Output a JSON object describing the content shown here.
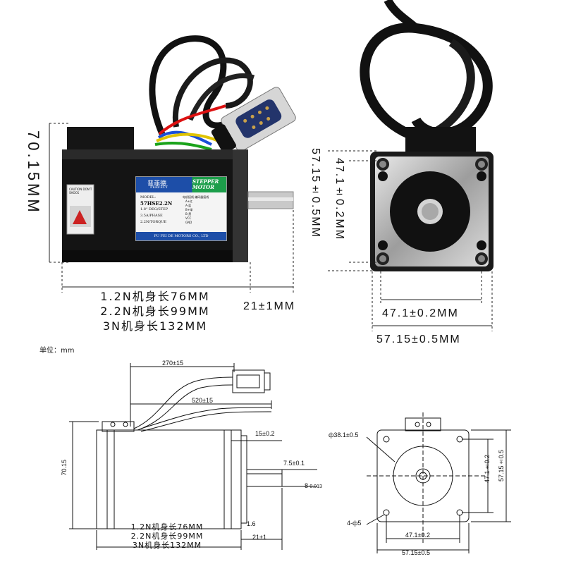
{
  "photo_side": {
    "height_label": "70.15MM",
    "shaft_label": "21±1MM",
    "body_lengths": [
      "1.2N机身长76MM",
      "2.2N机身长99MM",
      "3N机身长132MM"
    ],
    "label_plate": {
      "brand_cn": "普菲德",
      "brand_en": "PERFECT",
      "product": "STEPPER MOTOR",
      "model_key": "MODEL:",
      "model": "57HSE2.2N",
      "spec1": "1.8° DEG/STEP",
      "spec2": "3.5A/PHASE",
      "spec3": "2.2N/TORQUE",
      "company": "PU FEI DE MOTORS CO., LTD",
      "wiring_title": "电机接线 编码器接线",
      "wiring": [
        "A+红",
        "A-蓝",
        "B+绿",
        "B-黑",
        "VCC",
        "GND"
      ]
    },
    "caution": "CAUTION DON'T SHOCK"
  },
  "photo_front": {
    "pitch_label": "47.1±0.2MM",
    "width_label": "57.15±0.5MM",
    "pitch_bottom": "47.1±0.2MM",
    "width_bottom": "57.15±0.5MM"
  },
  "drawing": {
    "unit": "单位：mm",
    "cable1": "270±15",
    "cable2": "520±15",
    "flange": "15±0.2",
    "key": "7.5±0.1",
    "shaft_dia": "8",
    "shaft_tol": "-0.013",
    "height": "70.15",
    "boss": "1.6",
    "shaft_len": "21±1",
    "body_lengths": [
      "1.2N机身长76MM",
      "2.2N机身长99MM",
      "3N机身长132MM"
    ],
    "pilot": "ф38.1±0.5",
    "holes": "4-ф5",
    "pitch_v": "47.1±0.2",
    "width_v": "57.15±0.5",
    "pitch_h": "47.1±0.2",
    "width_h": "57.15±0.5"
  }
}
